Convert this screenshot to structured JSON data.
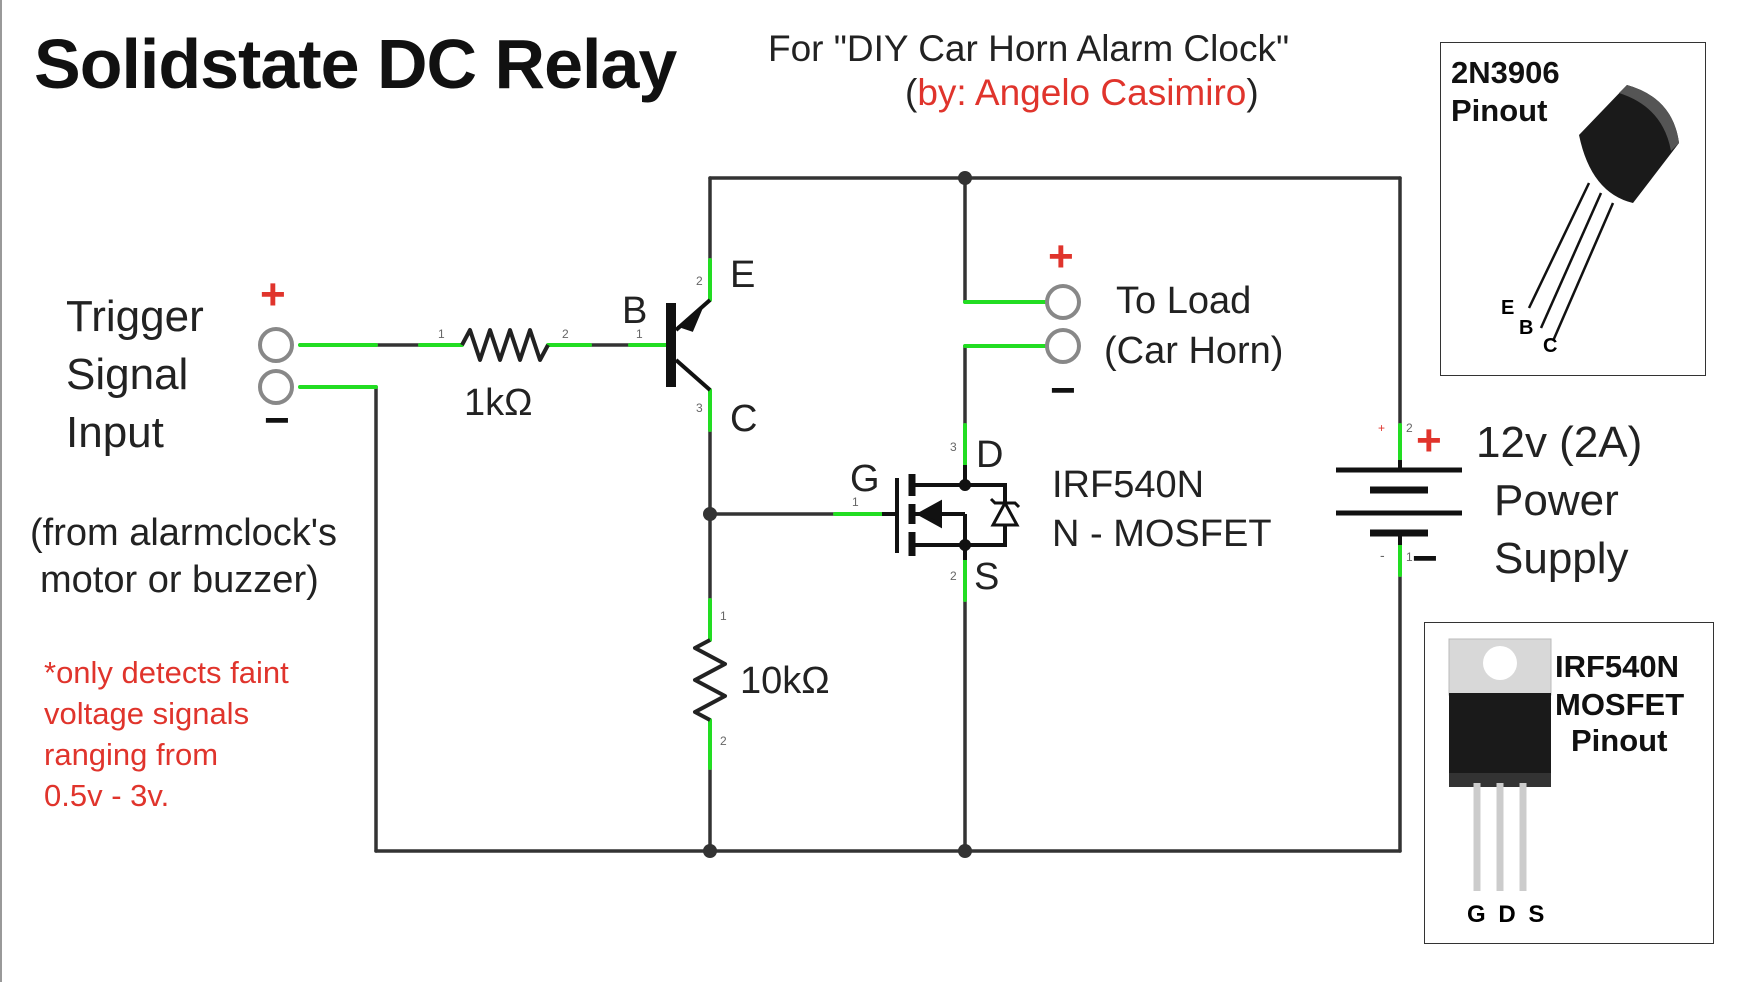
{
  "header": {
    "title": "Solidstate DC Relay",
    "subtitle_line1": "For \"DIY Car Horn Alarm Clock\"",
    "subtitle_paren_open": "(",
    "subtitle_author": "by: Angelo Casimiro",
    "subtitle_paren_close": ")"
  },
  "trigger": {
    "lines": [
      "Trigger",
      "Signal",
      "Input"
    ],
    "source_lines": [
      "(from alarmclock's",
      "motor or buzzer)"
    ],
    "plus": "+",
    "minus": "−"
  },
  "note": {
    "lines": [
      "*only detects faint",
      "voltage signals",
      "ranging from",
      "0.5v - 3v."
    ]
  },
  "components": {
    "r1_label": "1kΩ",
    "r2_label": "10kΩ",
    "transistor": {
      "b": "B",
      "e": "E",
      "c": "C"
    },
    "mosfet": {
      "g": "G",
      "d": "D",
      "s": "S",
      "name": "IRF540N",
      "type": "N - MOSFET"
    },
    "pin_numbers": {
      "one": "1",
      "two": "2",
      "three": "3"
    }
  },
  "load": {
    "lines": [
      "To Load",
      "(Car Horn)"
    ],
    "plus": "+",
    "minus": "−"
  },
  "power": {
    "rating": "12v (2A)",
    "lines": [
      "Power",
      "Supply"
    ],
    "plus": "+",
    "minus": "−",
    "small_plus": "+",
    "small_minus": "-"
  },
  "pinout_2n3906": {
    "title_line1": "2N3906",
    "title_line2": "Pinout",
    "pins": [
      "E",
      "B",
      "C"
    ]
  },
  "pinout_irf540n": {
    "title_lines": [
      "IRF540N",
      "MOSFET",
      "Pinout"
    ],
    "pins": "G D S"
  },
  "colors": {
    "wire": "#333333",
    "pin_highlight": "#22dd22",
    "accent_red": "#e0342c"
  }
}
